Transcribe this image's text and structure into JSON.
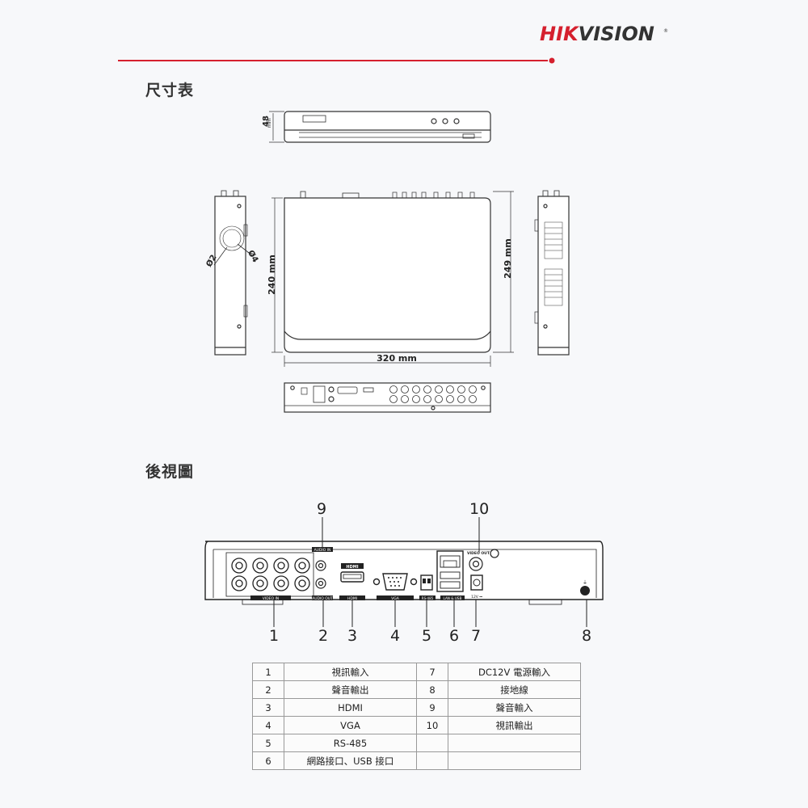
{
  "brand": {
    "name": "HIKVISION",
    "color_red": "#d5202e",
    "color_dark": "#333333"
  },
  "sections": {
    "dimensions_title": "尺寸表",
    "rear_view_title": "後視圖"
  },
  "dimensions": {
    "height": "48",
    "height_unit": "mm",
    "depth_no_ports": "240 mm",
    "depth_with_ports": "249 mm",
    "width": "320 mm",
    "hole_a": "Ø2",
    "hole_b": "Ø4"
  },
  "rear_panel_labels": {
    "video_in": "VIDEO IN",
    "audio_out": "AUDIO OUT",
    "audio_in": "AUDIO IN",
    "hdmi": "HDMI",
    "vga": "VGA",
    "rs485": "RS-485",
    "lan_usb": "LAN & USB",
    "video_out": "VIDEO OUT",
    "power": "12V ⎓"
  },
  "callouts": [
    "1",
    "2",
    "3",
    "4",
    "5",
    "6",
    "7",
    "8",
    "9",
    "10"
  ],
  "legend": [
    {
      "n": "1",
      "desc": "視訊輸入",
      "n2": "7",
      "desc2": "DC12V 電源輸入"
    },
    {
      "n": "2",
      "desc": "聲音輸出",
      "n2": "8",
      "desc2": "接地線"
    },
    {
      "n": "3",
      "desc": "HDMI",
      "n2": "9",
      "desc2": "聲音輸入"
    },
    {
      "n": "4",
      "desc": "VGA",
      "n2": "10",
      "desc2": "視訊輸出"
    },
    {
      "n": "5",
      "desc": "RS-485",
      "n2": "",
      "desc2": ""
    },
    {
      "n": "6",
      "desc": "網路接口、USB 接口",
      "n2": "",
      "desc2": ""
    }
  ]
}
